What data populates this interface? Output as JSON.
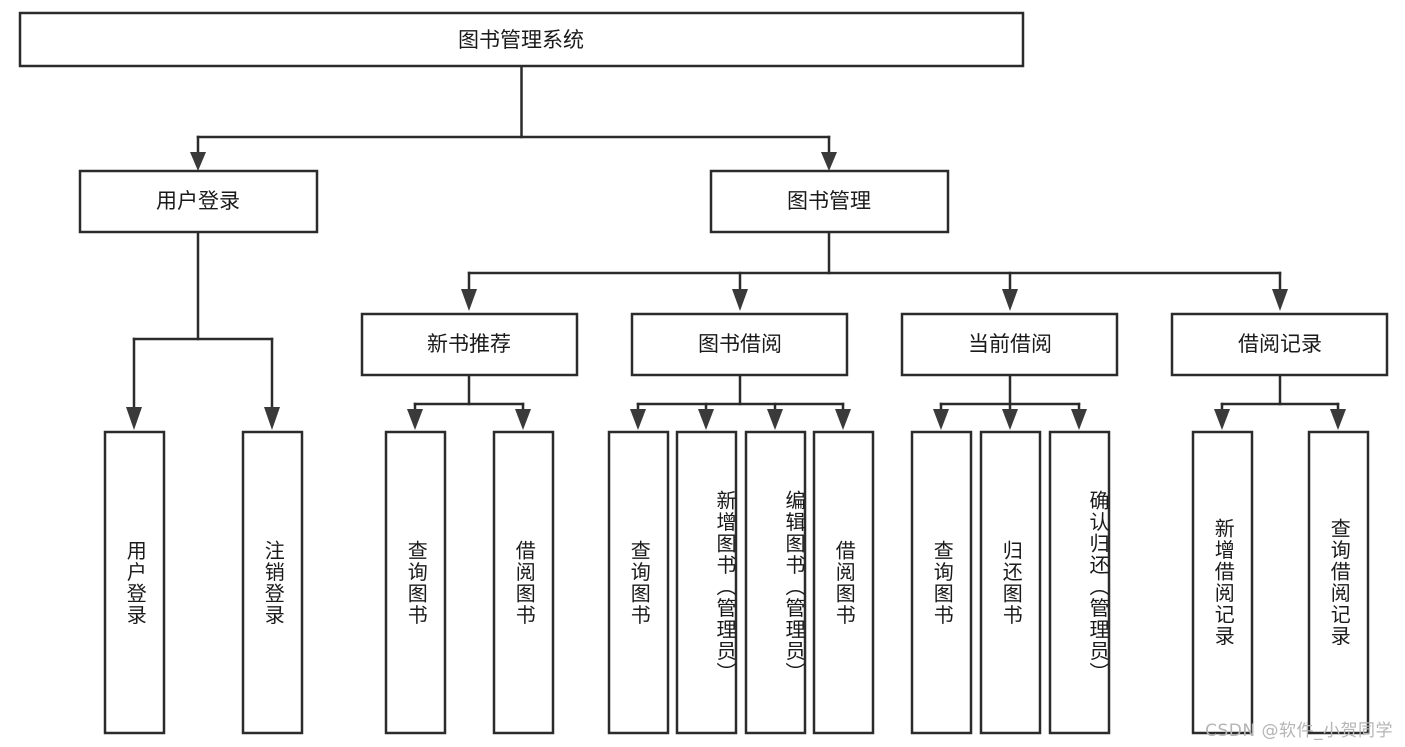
{
  "diagram": {
    "title": "图书管理系统",
    "watermark": "CSDN @软件_小贺同学",
    "type": "hierarchy-tree",
    "colors": {
      "stroke": "#2b2b2b",
      "fill": "#ffffff",
      "text": "#1a1a1a",
      "watermark": "#b5b5b5"
    },
    "root": {
      "label": "图书管理系统"
    },
    "level2": [
      {
        "id": "user-login",
        "label": "用户登录"
      },
      {
        "id": "book-manage",
        "label": "图书管理"
      }
    ],
    "level3": [
      {
        "id": "new-book-recommend",
        "label": "新书推荐",
        "parent": "book-manage"
      },
      {
        "id": "book-borrow",
        "label": "图书借阅",
        "parent": "book-manage"
      },
      {
        "id": "current-borrow",
        "label": "当前借阅",
        "parent": "book-manage"
      },
      {
        "id": "borrow-record",
        "label": "借阅记录",
        "parent": "book-manage"
      }
    ],
    "leaves": [
      {
        "id": "leaf-user-login",
        "label": "用户登录",
        "parent": "user-login"
      },
      {
        "id": "leaf-logout-login",
        "label": "注销登录",
        "parent": "user-login"
      },
      {
        "id": "leaf-query-book-1",
        "label": "查询图书",
        "parent": "new-book-recommend"
      },
      {
        "id": "leaf-borrow-book-1",
        "label": "借阅图书",
        "parent": "new-book-recommend"
      },
      {
        "id": "leaf-query-book-2",
        "label": "查询图书",
        "parent": "book-borrow"
      },
      {
        "id": "leaf-add-book",
        "label": "新增图书（管理员）",
        "parent": "book-borrow"
      },
      {
        "id": "leaf-edit-book",
        "label": "编辑图书（管理员）",
        "parent": "book-borrow"
      },
      {
        "id": "leaf-borrow-book-2",
        "label": "借阅图书",
        "parent": "book-borrow"
      },
      {
        "id": "leaf-query-book-3",
        "label": "查询图书",
        "parent": "current-borrow"
      },
      {
        "id": "leaf-return-book",
        "label": "归还图书",
        "parent": "current-borrow"
      },
      {
        "id": "leaf-confirm-return",
        "label": "确认归还（管理员）",
        "parent": "current-borrow"
      },
      {
        "id": "leaf-add-record",
        "label": "新增借阅记录",
        "parent": "borrow-record"
      },
      {
        "id": "leaf-query-record",
        "label": "查询借阅记录",
        "parent": "borrow-record"
      }
    ]
  }
}
